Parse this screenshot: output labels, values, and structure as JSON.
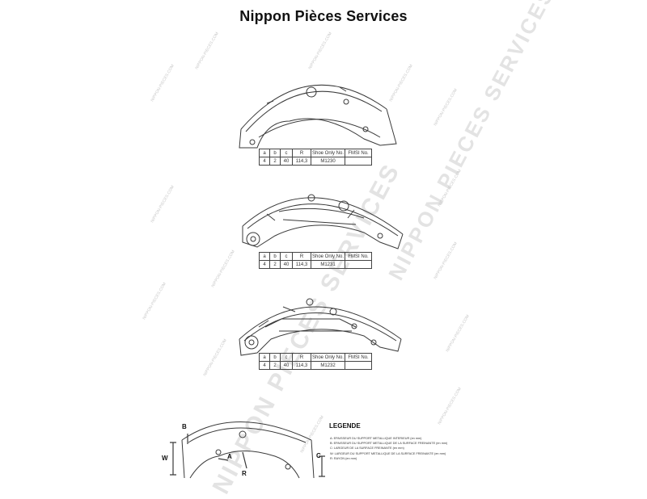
{
  "header": {
    "title": "Nippon Pièces Services"
  },
  "watermarks": {
    "small": "NIPPON-PIECES.COM",
    "big_1": "NIPPON PIECES SERVICES",
    "big_2": "NIPPON PIECES SERVICES"
  },
  "tables": [
    {
      "headers": [
        "a",
        "b",
        "c",
        "R",
        "Shoe Only No.",
        "FMSI No."
      ],
      "row": [
        "4",
        "2",
        "40",
        "114,3",
        "M1230",
        ""
      ]
    },
    {
      "headers": [
        "a",
        "b",
        "c",
        "R",
        "Shoe Only No.",
        "FMSI No."
      ],
      "row": [
        "4",
        "2",
        "40",
        "114,3",
        "M1231",
        ""
      ]
    },
    {
      "headers": [
        "a",
        "b",
        "c",
        "R",
        "Shoe Only No.",
        "FMSI No."
      ],
      "row": [
        "4",
        "2",
        "40",
        "114,3",
        "M1232",
        ""
      ]
    }
  ],
  "legend": {
    "title": "LEGENDE",
    "items": [
      "A: EPAISSEUR DU SUPPORT METALLIQUE INTERIEUR (en mm)",
      "B: EPAISSEUR DU SUPPORT METALLIQUE DE LA SURFACE FREINANTE (en mm)",
      "C: LARGEUR DE LA SURFACE FREINANTE (en mm)",
      "W: LARGEUR DU SUPPORT METALLIQUE DE LA SURFACE FREINANTE (en mm)",
      "R: RAYON (en mm)"
    ],
    "dimension_labels": {
      "b": "B",
      "w": "W",
      "a": "A",
      "r": "R",
      "c": "C"
    }
  }
}
